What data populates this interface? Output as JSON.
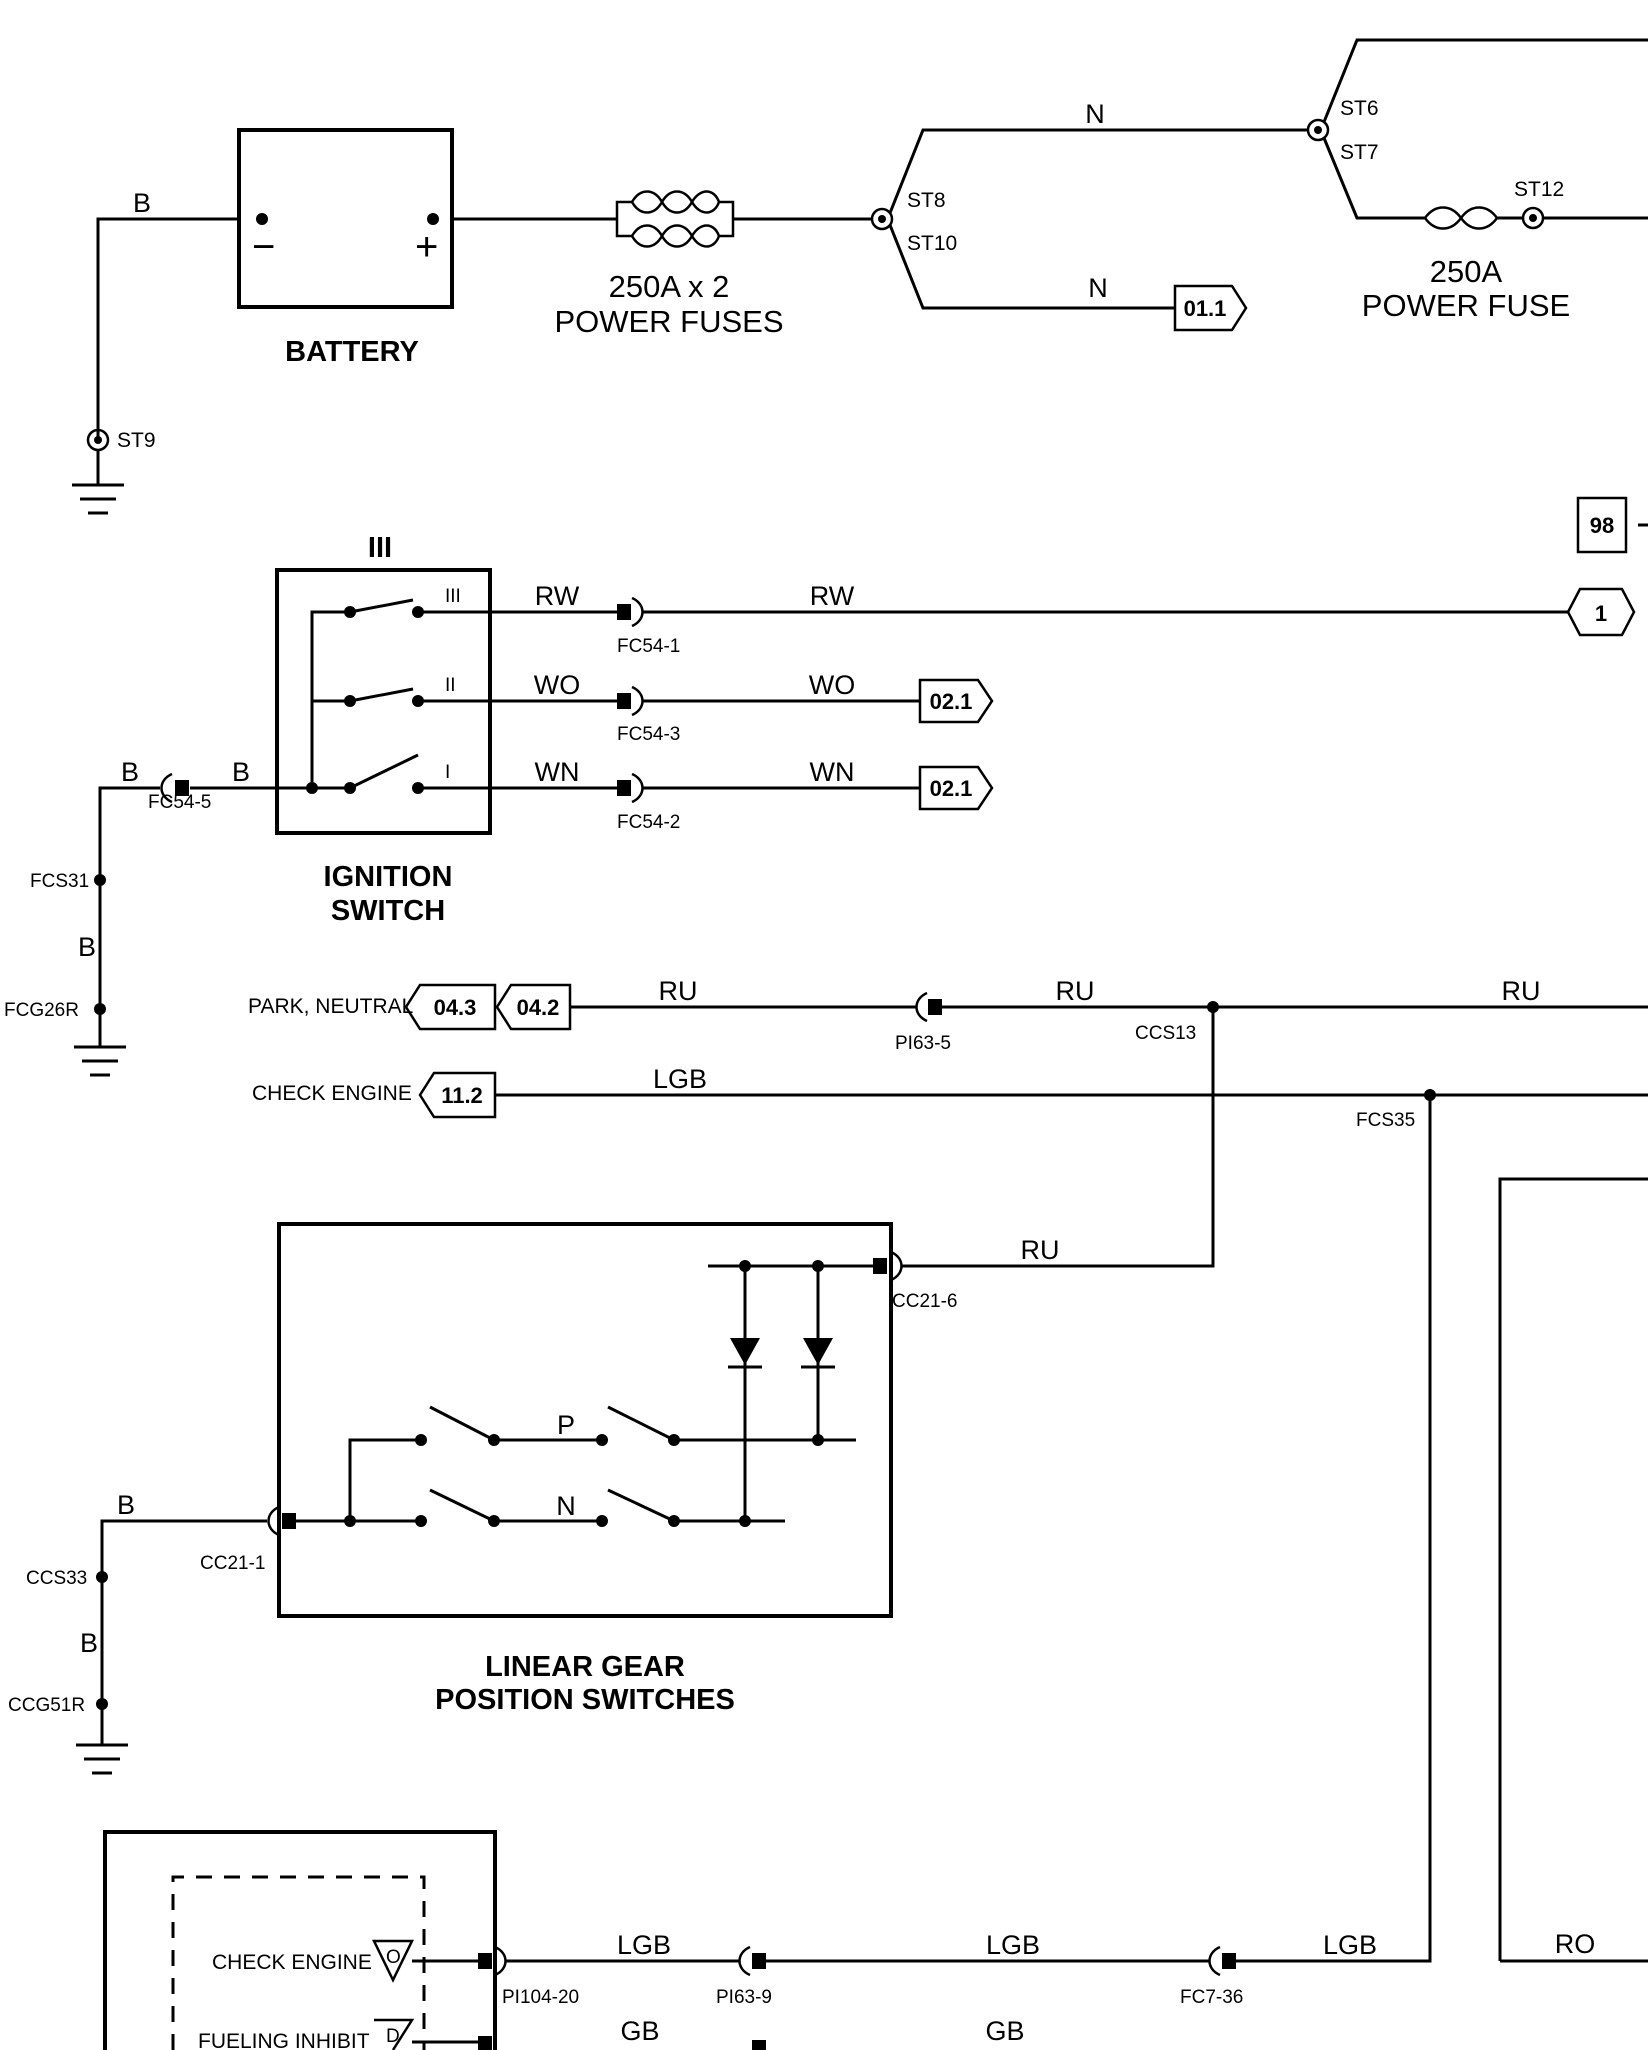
{
  "components": {
    "battery": {
      "title": "BATTERY",
      "neg": "−",
      "pos": "+"
    },
    "power_fuses": {
      "line1": "250A x 2",
      "line2": "POWER FUSES"
    },
    "power_fuse_single": {
      "line1": "250A",
      "line2": "POWER FUSE"
    },
    "ignition_switch": {
      "line1": "IGNITION",
      "line2": "SWITCH",
      "top_label": "III",
      "pos_iii": "III",
      "pos_ii": "II",
      "pos_i": "I"
    },
    "gear_switches": {
      "line1": "LINEAR GEAR",
      "line2": "POSITION SWITCHES",
      "p": "P",
      "n": "N"
    },
    "instrument": {
      "check_engine": "CHECK ENGINE",
      "check_engine_letter": "O",
      "fueling_inhibit": "FUELING INHIBIT",
      "fueling_letter": "D"
    }
  },
  "wires": {
    "b1": "B",
    "n1": "N",
    "n2": "N",
    "rw1": "RW",
    "rw2": "RW",
    "wo1": "WO",
    "wo2": "WO",
    "wn1": "WN",
    "wn2": "WN",
    "b2": "B",
    "b3": "B",
    "b4": "B",
    "ru1": "RU",
    "ru2": "RU",
    "ru3": "RU",
    "ru4": "RU",
    "lgb1": "LGB",
    "lgb2": "LGB",
    "lgb3": "LGB",
    "lgb4": "LGB",
    "b5": "B",
    "b6": "B",
    "ro": "RO",
    "gb1": "GB",
    "gb2": "GB"
  },
  "nodes": {
    "st9": "ST9",
    "st8": "ST8",
    "st10": "ST10",
    "st6": "ST6",
    "st7": "ST7",
    "st12": "ST12",
    "fc54_1": "FC54-1",
    "fc54_3": "FC54-3",
    "fc54_2": "FC54-2",
    "fc54_5": "FC54-5",
    "fcs31": "FCS31",
    "fcg26r": "FCG26R",
    "pi63_5": "PI63-5",
    "ccs13": "CCS13",
    "fcs35": "FCS35",
    "cc21_6": "CC21-6",
    "cc21_1": "CC21-1",
    "ccs33": "CCS33",
    "ccg51r": "CCG51R",
    "pi104_20": "PI104-20",
    "pi63_9": "PI63-9",
    "fc7_36": "FC7-36"
  },
  "refs": {
    "r01_1": "01.1",
    "r98": "98",
    "r1": "1",
    "r02_1a": "02.1",
    "r02_1b": "02.1",
    "r04_3": "04.3",
    "r04_2": "04.2",
    "r11_2": "11.2"
  },
  "signals": {
    "park_neutral": "PARK, NEUTRAL",
    "check_engine": "CHECK ENGINE"
  }
}
